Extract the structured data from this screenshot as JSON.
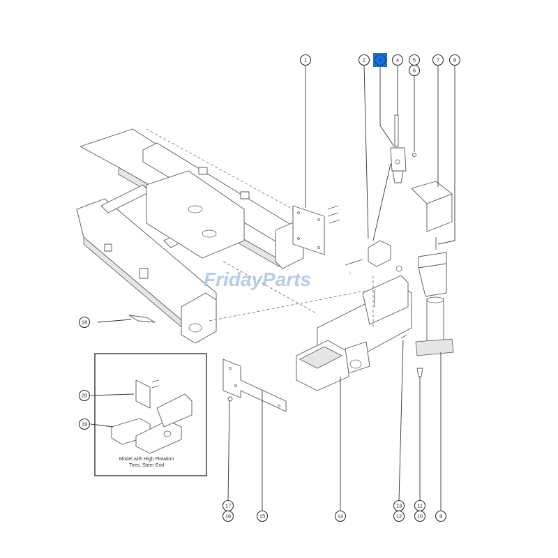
{
  "watermark": {
    "text": "FridayParts",
    "mark": "®"
  },
  "callouts": [
    {
      "label": "1"
    },
    {
      "label": "2"
    },
    {
      "label": "3"
    },
    {
      "label": "4"
    },
    {
      "label": "5"
    },
    {
      "label": "6"
    },
    {
      "label": "7"
    },
    {
      "label": "8"
    },
    {
      "label": "18"
    },
    {
      "label": "20"
    },
    {
      "label": "19"
    },
    {
      "label": "17"
    },
    {
      "label": "16"
    },
    {
      "label": "15"
    },
    {
      "label": "14"
    },
    {
      "label": "13"
    },
    {
      "label": "12"
    },
    {
      "label": "11"
    },
    {
      "label": "10"
    },
    {
      "label": "9"
    }
  ],
  "selected_callout": "3",
  "inset": {
    "caption_line1": "Model with High Flotation",
    "caption_line2": "Tires, Steer End"
  },
  "colors": {
    "selected": "#1e6fd9",
    "watermark": "#a9c3e8",
    "line": "#333333"
  }
}
